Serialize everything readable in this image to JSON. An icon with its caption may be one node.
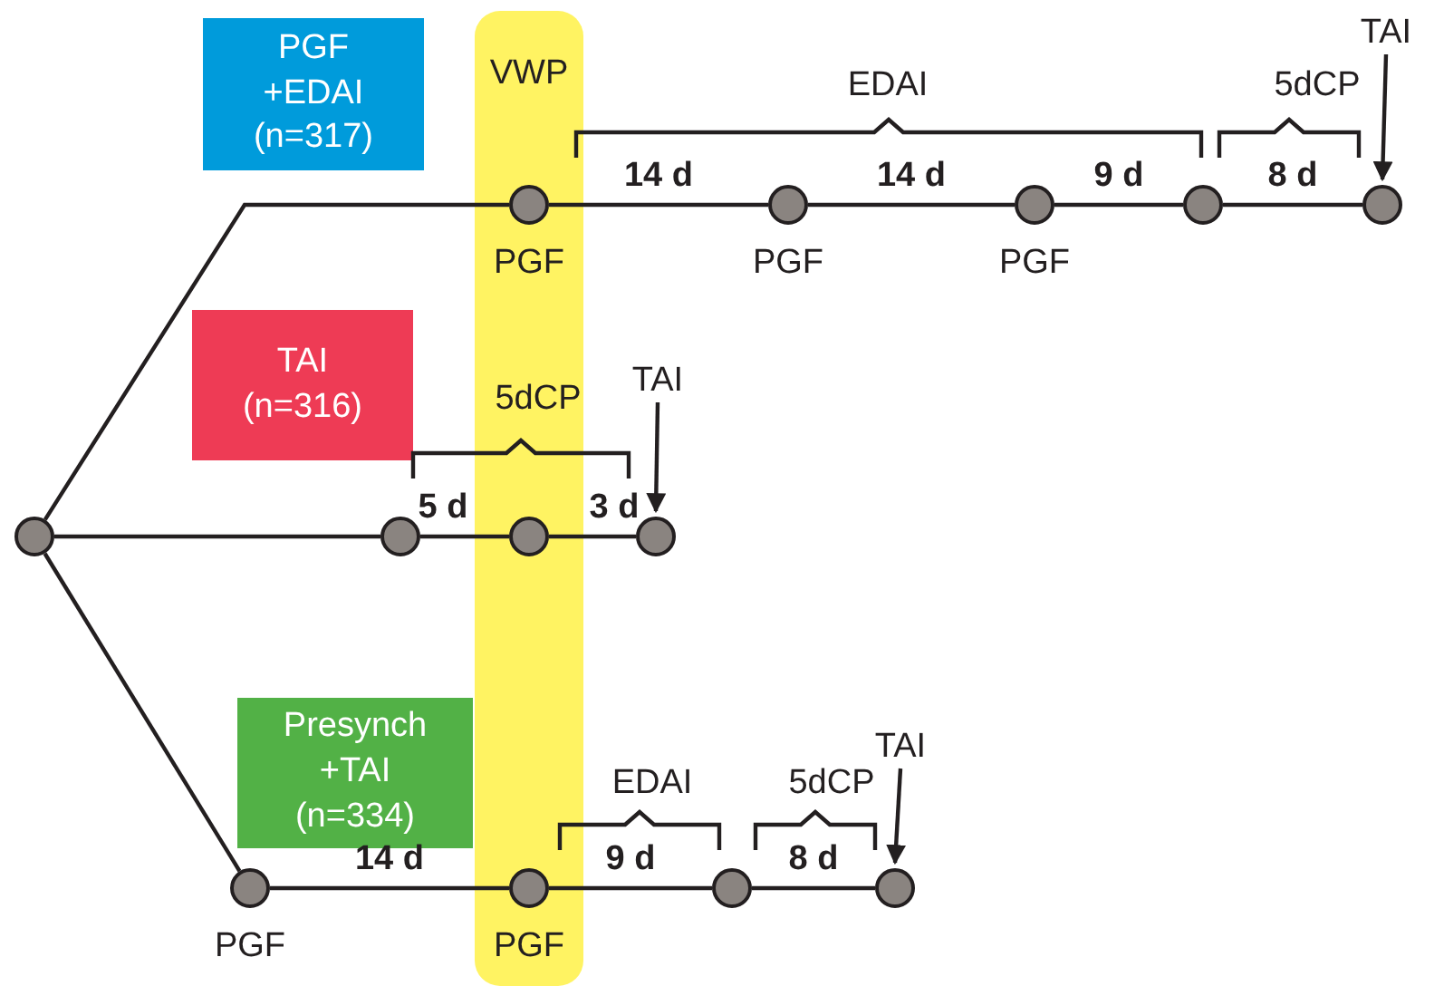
{
  "diagram": {
    "nodes": [
      {
        "text": [
          "PGF +EDAI (n=317)"
        ]
      },
      {
        "text": [
          "VWP"
        ]
      },
      {
        "text": [
          "TAI"
        ]
      },
      {
        "text": [],
        "shape": "circle",
        "beside": [
          "PGF"
        ],
        "in": 1
      },
      {
        "text": [],
        "shape": "circle",
        "beside": [
          "PGF"
        ]
      },
      {
        "text": [],
        "shape": "circle",
        "beside": [
          "PGF"
        ]
      },
      {
        "text": [],
        "shape": "circle"
      },
      {
        "text": [],
        "shape": "circle"
      },
      {
        "text": [
          "TAI (n=316)"
        ]
      },
      {
        "text": [
          "TAI"
        ]
      },
      {
        "text": [],
        "shape": "circle"
      },
      {
        "text": [],
        "shape": "circle"
      },
      {
        "text": [],
        "shape": "circle",
        "in": 1
      },
      {
        "text": [],
        "shape": "circle"
      },
      {
        "text": [
          "Presynch +TAI (n=334)"
        ]
      },
      {
        "text": [
          "TAI"
        ]
      },
      {
        "text": [],
        "shape": "circle",
        "beside": [
          "PGF"
        ]
      },
      {
        "text": [],
        "shape": "circle",
        "beside": [
          "PGF"
        ],
        "in": 1
      },
      {
        "text": [],
        "shape": "circle"
      },
      {
        "text": [],
        "shape": "circle"
      }
    ],
    "edges": [
      {
        "from": 10,
        "to": 3,
        "arrow": "none"
      },
      {
        "from": 3,
        "to": 4,
        "arrow": "none",
        "label": "14 d"
      },
      {
        "from": 4,
        "to": 5,
        "arrow": "none",
        "label": "14 d"
      },
      {
        "from": 5,
        "to": 6,
        "arrow": "none",
        "label": "9 d"
      },
      {
        "from": 6,
        "to": 7,
        "arrow": "none",
        "label": "8 d"
      },
      {
        "from": 2,
        "to": 7,
        "arrow": "to"
      },
      {
        "from": 10,
        "to": 11,
        "arrow": "none"
      },
      {
        "from": 11,
        "to": 12,
        "arrow": "none",
        "label": "5 d"
      },
      {
        "from": 12,
        "to": 13,
        "arrow": "none",
        "label": "3 d"
      },
      {
        "from": 9,
        "to": 13,
        "arrow": "to"
      },
      {
        "from": 10,
        "to": 16,
        "arrow": "none"
      },
      {
        "from": 16,
        "to": 17,
        "arrow": "none",
        "label": "14 d"
      },
      {
        "from": 17,
        "to": 18,
        "arrow": "none",
        "label": "9 d"
      },
      {
        "from": 18,
        "to": 19,
        "arrow": "none",
        "label": "8 d"
      },
      {
        "from": 15,
        "to": 19,
        "arrow": "to"
      }
    ],
    "labels": [
      "EDAI",
      "5dCP",
      "5dCP",
      "EDAI",
      "5dCP"
    ]
  }
}
